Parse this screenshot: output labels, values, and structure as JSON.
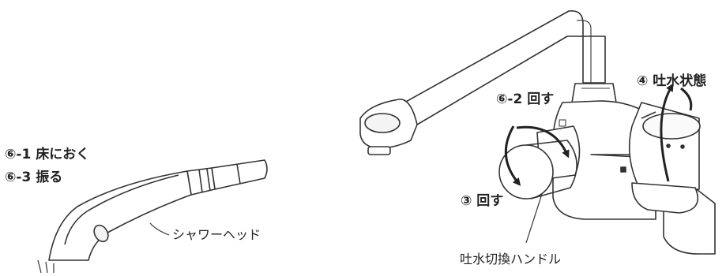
{
  "labels": {
    "step_6_1": "⑥-1 床におく",
    "step_6_3": "⑥-3 振る",
    "shower_head": "シャワーヘッド",
    "step_6_2": "⑥-2 回す",
    "step_3": "③ 回す",
    "step_4": "④ 吐水状態",
    "handle": "吐水切換ハンドル"
  }
}
